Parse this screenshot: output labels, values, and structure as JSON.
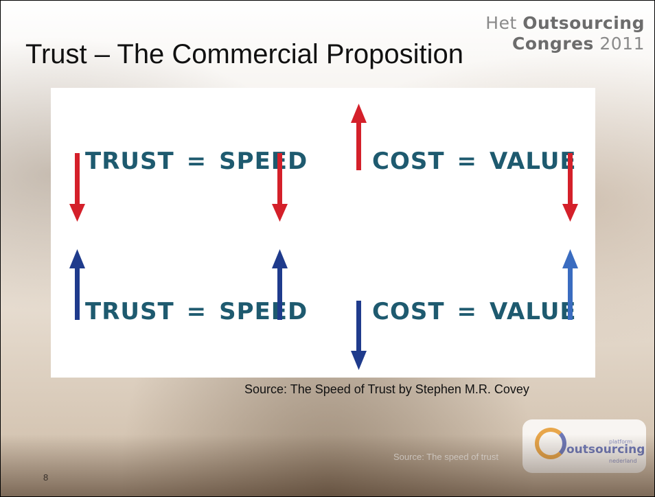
{
  "slide": {
    "title": "Trust – The Commercial Proposition",
    "brand": {
      "line1_light": "Het ",
      "line1_bold": "Outsourcing",
      "line2_bold": "Congres",
      "line2_light": " 2011"
    },
    "equations": [
      {
        "left": "TRUST",
        "op": "=",
        "right": "SPEED"
      },
      {
        "left": "COST",
        "op": "=",
        "right": "VALUE"
      },
      {
        "left": "TRUST",
        "op": "=",
        "right": "SPEED"
      },
      {
        "left": "COST",
        "op": "=",
        "right": "VALUE"
      }
    ],
    "source": "Source:  The Speed of Trust by Stephen M.R. Covey",
    "source_faded": "Source: The speed of trust",
    "logo": {
      "top": "platform",
      "main": "outsourcing",
      "bottom": "nederland"
    },
    "page_number": "8"
  },
  "colors": {
    "equation_text": "#1e5a6f",
    "arrow_red": "#d4202a",
    "arrow_blue": "#1f3b8c"
  },
  "icons": [
    "arrow-down-icon",
    "arrow-up-icon"
  ]
}
